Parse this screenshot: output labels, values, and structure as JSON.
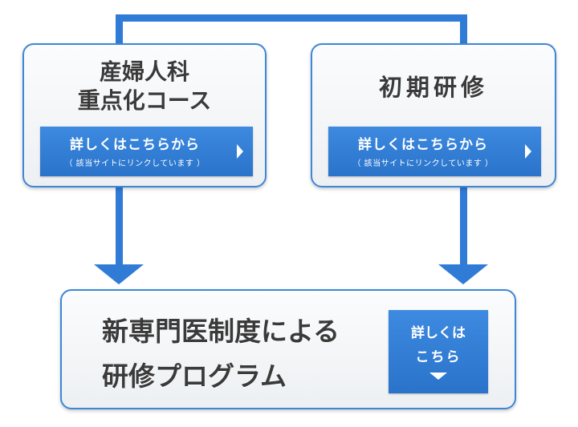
{
  "colors": {
    "accent": "#2f7bd6",
    "border": "#3f86d6",
    "title_text": "#3a3a3a"
  },
  "top_left": {
    "title_line1": "産婦人科",
    "title_line2": "重点化コース",
    "button": {
      "label": "詳しくはこちらから",
      "sub": "（ 該当サイトにリンクしています ）",
      "icon": "chevron-right-icon"
    }
  },
  "top_right": {
    "title": "初期研修",
    "button": {
      "label": "詳しくはこちらから",
      "sub": "（ 該当サイトにリンクしています ）",
      "icon": "chevron-right-icon"
    }
  },
  "bottom": {
    "title_line1": "新専門医制度による",
    "title_line2": "研修プログラム",
    "button": {
      "line1": "詳しくは",
      "line2": "こちら",
      "icon": "chevron-down-icon"
    }
  }
}
